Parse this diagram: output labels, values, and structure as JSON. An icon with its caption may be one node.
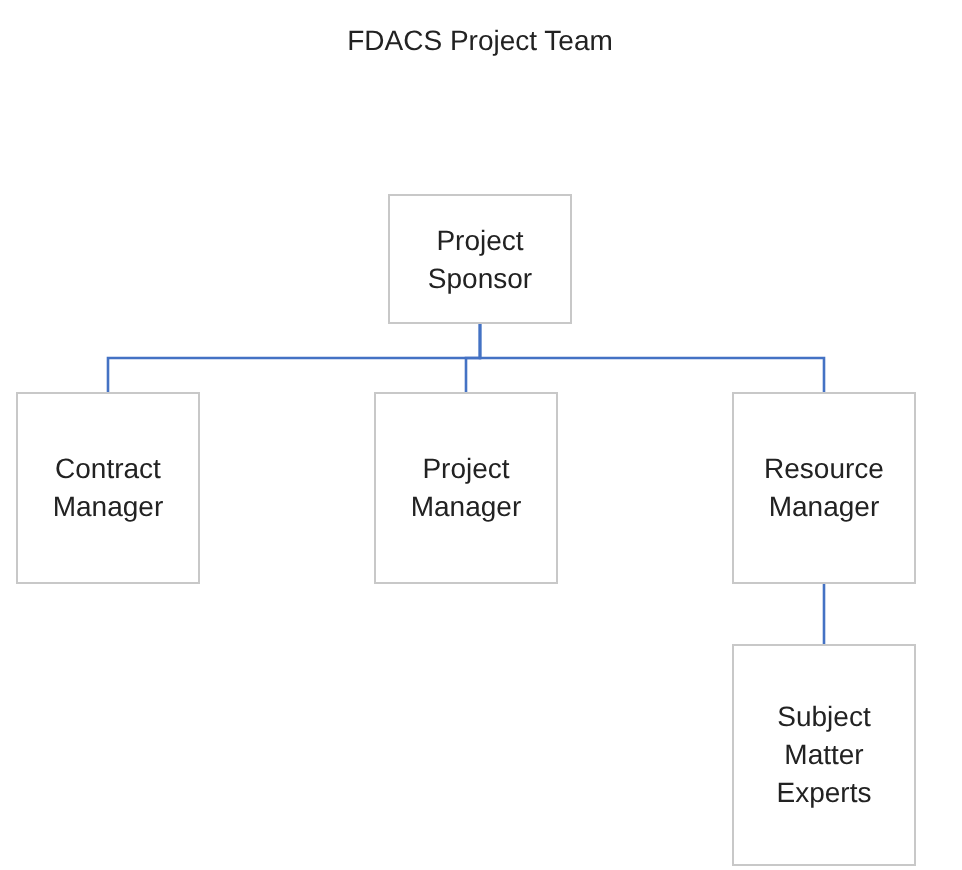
{
  "diagram": {
    "title": "FDACS Project Team",
    "nodes": [
      {
        "text": [
          "Project Sponsor"
        ]
      },
      {
        "text": [
          "Contract Manager"
        ]
      },
      {
        "text": [
          "Project Manager"
        ]
      },
      {
        "text": [
          "Resource Manager"
        ]
      },
      {
        "text": [
          "Subject Matter Experts"
        ]
      }
    ],
    "edges": [
      {
        "from": 0,
        "to": 1,
        "arrow": "none"
      },
      {
        "from": 0,
        "to": 2,
        "arrow": "none"
      },
      {
        "from": 0,
        "to": 3,
        "arrow": "none"
      },
      {
        "from": 3,
        "to": 4,
        "arrow": "none"
      }
    ]
  }
}
